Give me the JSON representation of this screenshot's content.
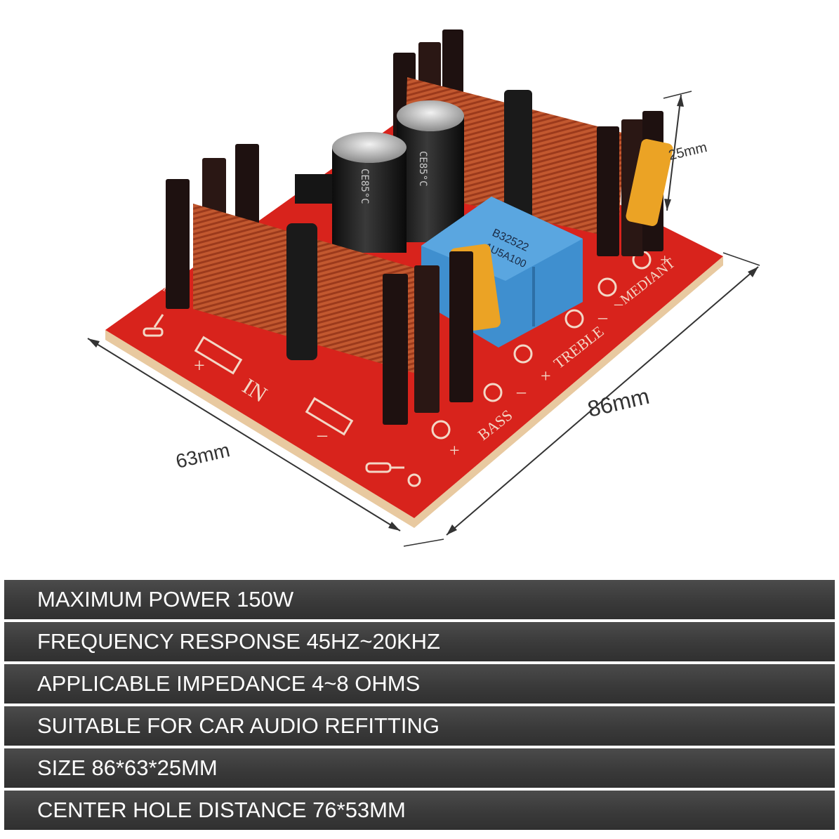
{
  "dimensions": {
    "height": "25mm",
    "length": "86mm",
    "width": "63mm"
  },
  "board_labels": {
    "input": "IN",
    "plus": "+",
    "minus": "–",
    "bass": "BASS",
    "treble": "TREBLE",
    "mediant": "MEDIANT",
    "power_mark": "150W"
  },
  "component_labels": {
    "film_capacitor_code": "B32522",
    "film_capacitor_value": "1U5A100",
    "electrolytic_marking": "CE85°C"
  },
  "specs": [
    "MAXIMUM POWER 150W",
    "FREQUENCY RESPONSE 45HZ~20KHZ",
    "APPLICABLE IMPEDANCE 4~8 OHMS",
    "SUITABLE FOR CAR AUDIO REFITTING",
    "SIZE 86*63*25MM",
    "CENTER HOLE DISTANCE 76*53MM"
  ],
  "colors": {
    "pcb": "#d8231c",
    "copper": "#c0562e",
    "film_capacitor": "#3f8fcf",
    "spec_bar": "#3d3d3d"
  }
}
